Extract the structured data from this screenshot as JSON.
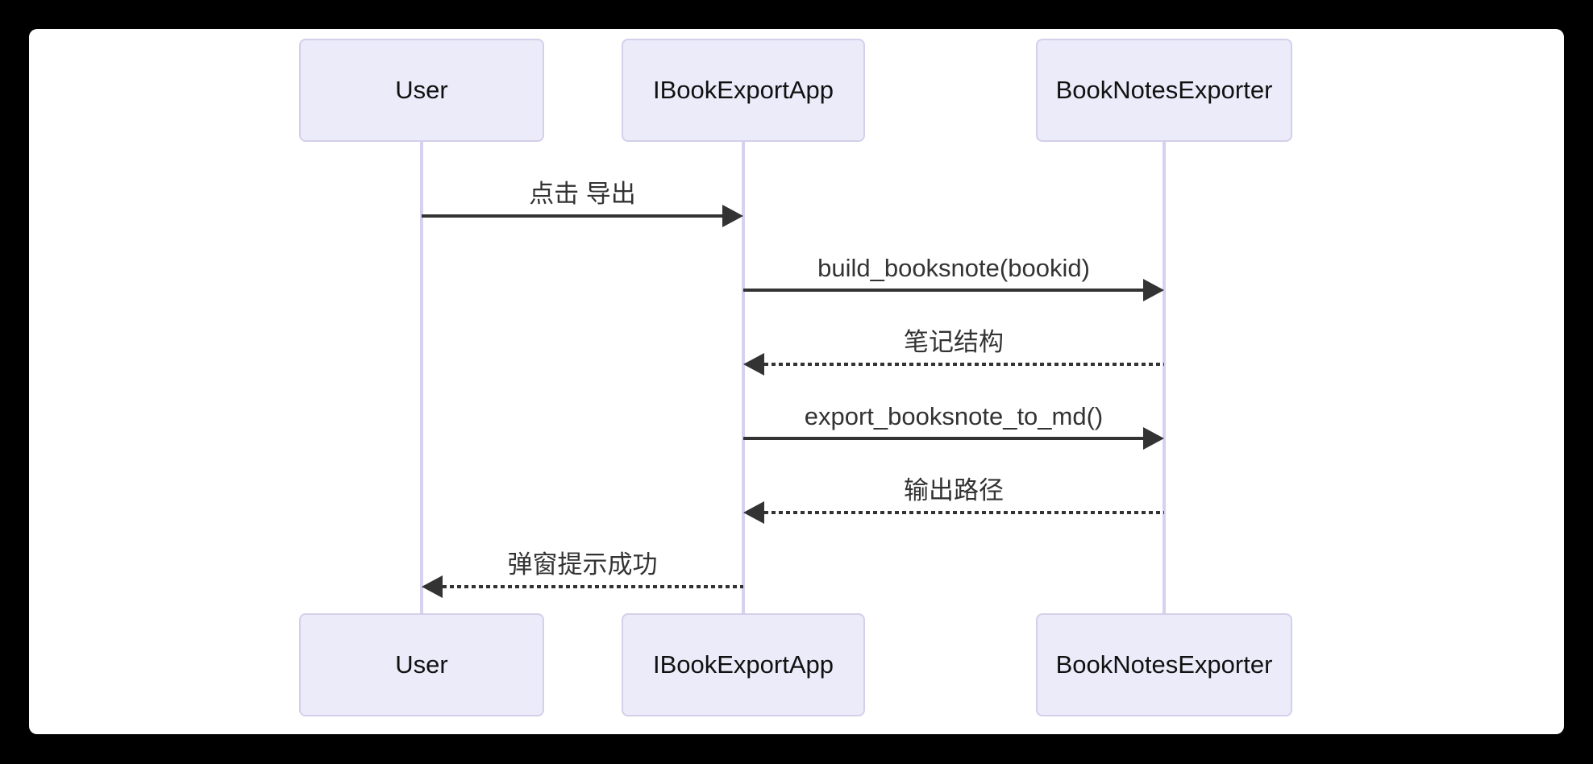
{
  "diagram": {
    "type": "sequence",
    "actors": [
      {
        "id": "user",
        "label": "User"
      },
      {
        "id": "app",
        "label": "IBookExportApp"
      },
      {
        "id": "exporter",
        "label": "BookNotesExporter"
      }
    ],
    "messages": [
      {
        "from": "user",
        "to": "app",
        "label": "点击 导出",
        "line": "solid"
      },
      {
        "from": "app",
        "to": "exporter",
        "label": "build_booksnote(bookid)",
        "line": "solid"
      },
      {
        "from": "exporter",
        "to": "app",
        "label": "笔记结构",
        "line": "dashed"
      },
      {
        "from": "app",
        "to": "exporter",
        "label": "export_booksnote_to_md()",
        "line": "solid"
      },
      {
        "from": "exporter",
        "to": "app",
        "label": "输出路径",
        "line": "dashed"
      },
      {
        "from": "app",
        "to": "user",
        "label": "弹窗提示成功",
        "line": "dashed"
      }
    ],
    "colors": {
      "frame_background": "#000000",
      "canvas_background": "#ffffff",
      "actor_fill": "#ECEBFA",
      "actor_border": "#D5CFEA",
      "lifeline": "#D7D1EF",
      "message": "#333333",
      "actor_text": "#111111"
    }
  }
}
